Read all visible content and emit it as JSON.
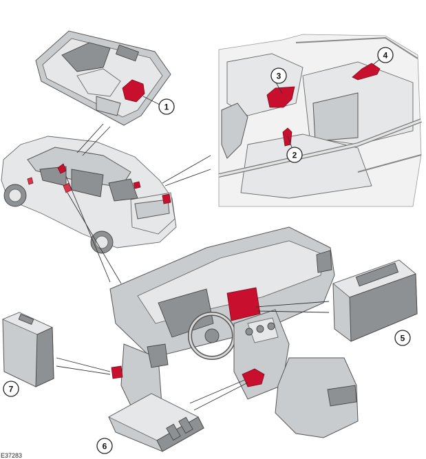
{
  "callouts": [
    {
      "id": "1",
      "label": "1"
    },
    {
      "id": "2",
      "label": "2"
    },
    {
      "id": "3",
      "label": "3"
    },
    {
      "id": "4",
      "label": "4"
    },
    {
      "id": "5",
      "label": "5"
    },
    {
      "id": "6",
      "label": "6"
    },
    {
      "id": "7",
      "label": "7"
    }
  ],
  "reference_code": "E37283",
  "colors": {
    "highlight": "#c8102e",
    "part_fill": "#c9ccce",
    "outline": "#555555"
  }
}
